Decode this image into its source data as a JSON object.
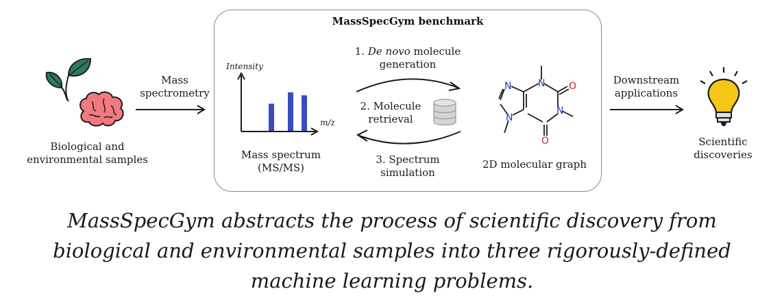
{
  "benchmark": {
    "title": "MassSpecGym benchmark"
  },
  "left": {
    "samples_label_line1": "Biological and",
    "samples_label_line2": "environmental samples",
    "arrow_label_line1": "Mass",
    "arrow_label_line2": "spectrometry"
  },
  "spectrum": {
    "y_axis_label": "Intensity",
    "x_axis_label": "m/z",
    "label_line1": "Mass spectrum",
    "label_line2": "(MS/MS)",
    "bar_color": "#3a4bbf",
    "bars": [
      0.55,
      0.78,
      0.72
    ]
  },
  "tasks": {
    "task1_prefix": "1. ",
    "task1_italic": "De novo",
    "task1_suffix": " molecule",
    "task1_line2": "generation",
    "task2_line1": "2. Molecule",
    "task2_line2": "retrieval",
    "task3_line1": "3. Spectrum",
    "task3_line2": "simulation"
  },
  "molecule": {
    "label": "2D molecular graph",
    "atoms": {
      "n_color": "#1f3fbf",
      "o_color": "#d42020",
      "n_symbol": "N",
      "o_symbol": "O"
    }
  },
  "right": {
    "arrow_label_line1": "Downstream",
    "arrow_label_line2": "applications",
    "result_line1": "Scientific",
    "result_line2": "discoveries"
  },
  "caption": {
    "line1": "MassSpecGym abstracts the process of scientific discovery from",
    "line2": "biological and environmental samples into three rigorously-defined",
    "line3": "machine learning problems."
  },
  "icons": {
    "leaf_color": "#2f7a62",
    "brain_color": "#f07a7f",
    "bulb_color": "#f5c518",
    "database_color": "#cfcfcf"
  }
}
